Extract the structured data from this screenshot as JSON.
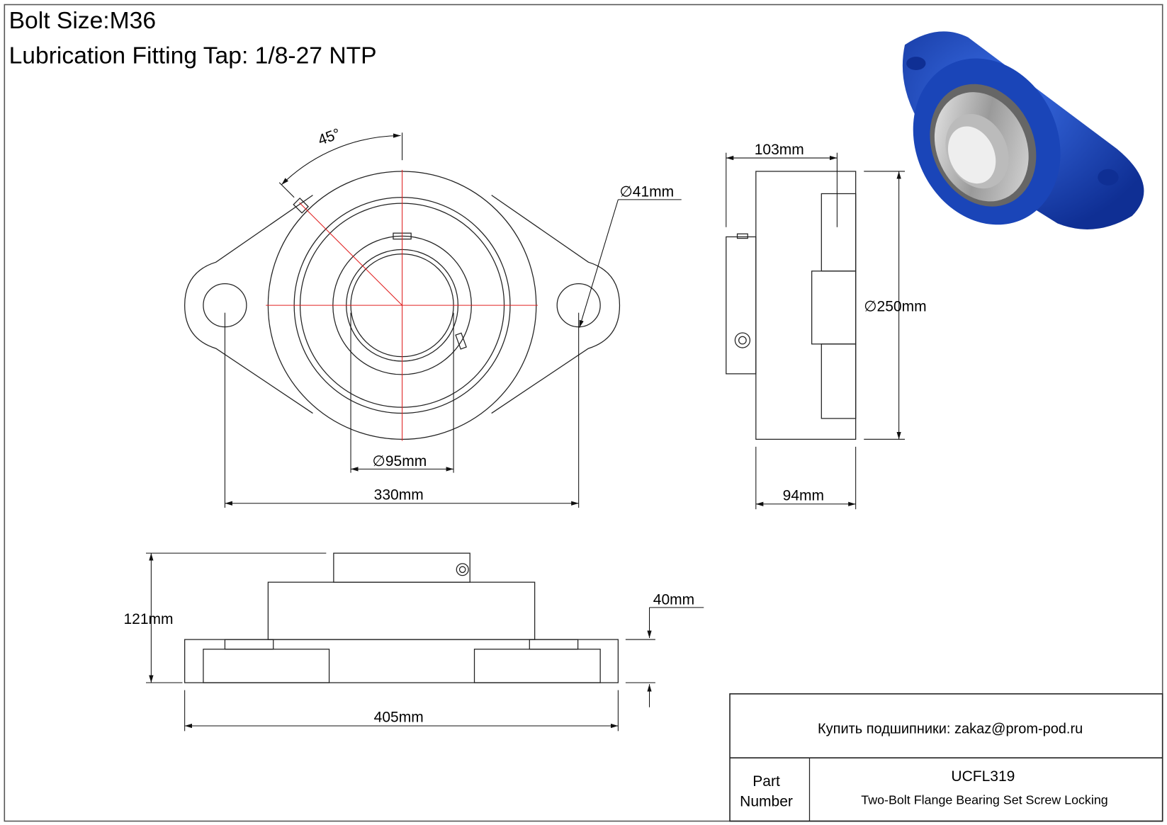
{
  "header": {
    "bolt_size": "Bolt Size:M36",
    "lubrication": "Lubrication Fitting Tap: 1/8-27 NTP"
  },
  "dimensions": {
    "angle": "45°",
    "bolt_hole": "41mm",
    "bore": "95mm",
    "bolt_spacing": "330mm",
    "width_top": "103mm",
    "diameter": "250mm",
    "depth": "94mm",
    "height": "121mm",
    "flange_thickness": "40mm",
    "overall_length": "405mm"
  },
  "title_block": {
    "buy_text": "Купить подшипники: zakaz@prom-pod.ru",
    "part_label_1": "Part",
    "part_label_2": "Number",
    "part_number": "UCFL319",
    "description": "Two-Bolt Flange Bearing Set Screw Locking"
  },
  "colors": {
    "housing": "#1f4fc8",
    "centerline": "#e02020"
  }
}
